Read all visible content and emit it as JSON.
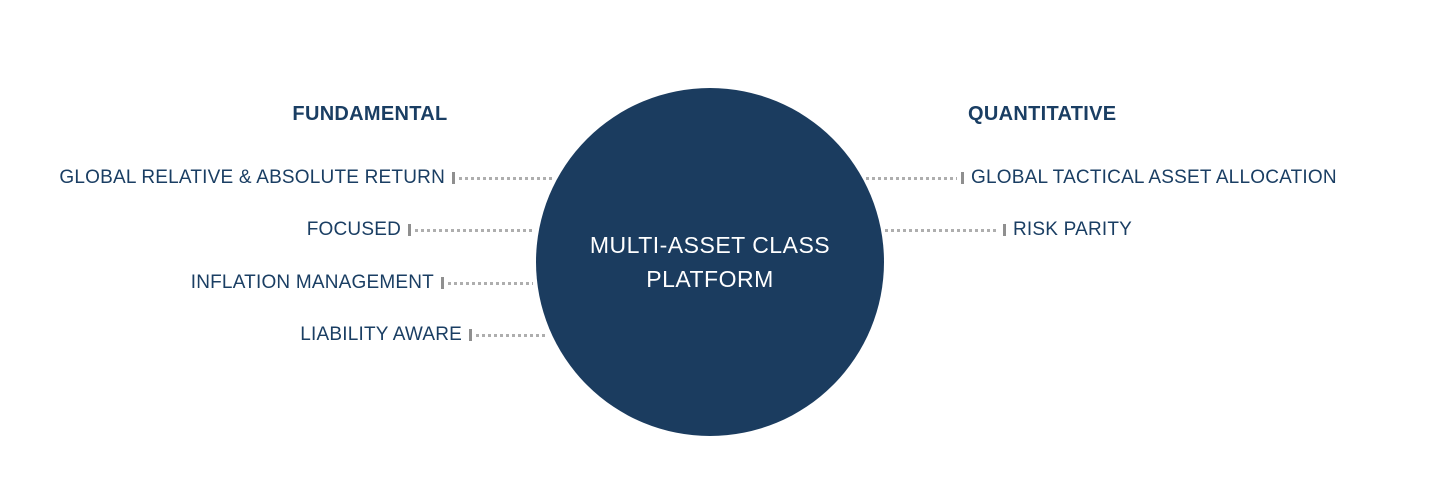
{
  "diagram": {
    "title_circle": {
      "line1": "MULTI-ASSET CLASS",
      "line2": "PLATFORM"
    },
    "left_column": {
      "header": "FUNDAMENTAL",
      "items": [
        "GLOBAL RELATIVE & ABSOLUTE RETURN",
        "FOCUSED",
        "INFLATION MANAGEMENT",
        "LIABILITY AWARE"
      ]
    },
    "right_column": {
      "header": "QUANTITATIVE",
      "items": [
        "GLOBAL TACTICAL ASSET ALLOCATION",
        "RISK PARITY"
      ]
    },
    "colors": {
      "circle": "#1b3c5f",
      "text": "#1a3e63",
      "connector": "#aeaeae",
      "tick": "#8f8f8f",
      "background": "#ffffff"
    }
  }
}
